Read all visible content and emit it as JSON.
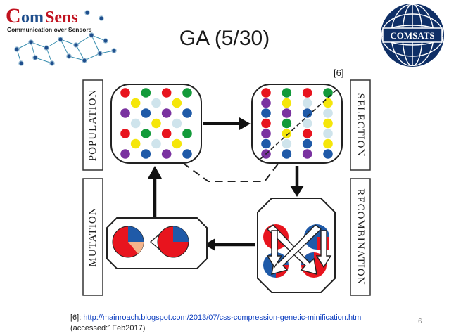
{
  "slide": {
    "title": "GA (5/30)",
    "citation_marker": "[6]",
    "page_number": "6",
    "reference": {
      "marker": "[6]: ",
      "url": "http://mainroach.blogspot.com/2013/07/css-compression-genetic-minification.html",
      "accessed": "(accessed:1Feb2017)"
    }
  },
  "logo_left": {
    "brand_prefix": "C",
    "brand_mid": "om",
    "brand_suffix": "Sens",
    "tagline": "Communication over Sensors"
  },
  "logo_right": {
    "text": "COMSATS"
  },
  "diagram": {
    "labels": {
      "population": "POPULATION",
      "selection": "SELECTION",
      "recombination": "RECOMBINATION",
      "mutation": "MUTATION"
    }
  },
  "colors": {
    "red": "#e8141e",
    "green": "#139a3a",
    "blue": "#1f5aa8",
    "yellow": "#f5e60a",
    "purple": "#7a32a0",
    "light": "#cfe4ec"
  }
}
